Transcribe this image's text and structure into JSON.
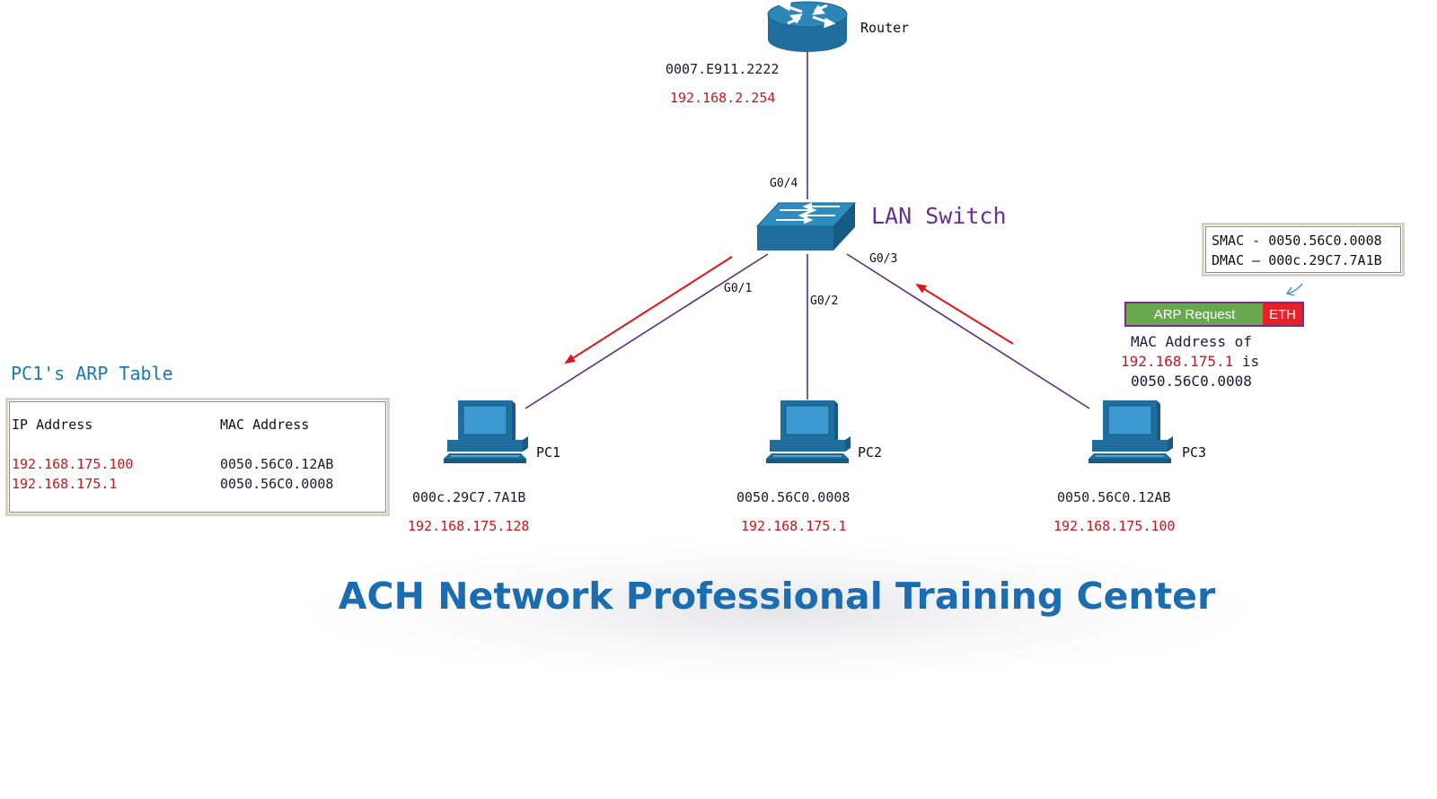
{
  "router": {
    "name": "Router",
    "mac": "0007.E911.2222",
    "ip": "192.168.2.254"
  },
  "switch": {
    "name": "LAN Switch",
    "ports": {
      "g04": "G0/4",
      "g01": "G0/1",
      "g02": "G0/2",
      "g03": "G0/3"
    }
  },
  "pcs": [
    {
      "name": "PC1",
      "mac": "000c.29C7.7A1B",
      "ip": "192.168.175.128"
    },
    {
      "name": "PC2",
      "mac": "0050.56C0.0008",
      "ip": "192.168.175.1"
    },
    {
      "name": "PC3",
      "mac": "0050.56C0.12AB",
      "ip": "192.168.175.100"
    }
  ],
  "arp_table": {
    "title": "PC1's ARP Table",
    "headers": [
      "IP Address",
      "MAC Address"
    ],
    "rows": [
      {
        "ip": "192.168.175.100",
        "mac": "0050.56C0.12AB"
      },
      {
        "ip": "192.168.175.1",
        "mac": "0050.56C0.0008"
      }
    ]
  },
  "frame": {
    "smac": "SMAC - 0050.56C0.0008",
    "dmac": "DMAC – 000c.29C7.7A1B",
    "payload_label": "ARP Request",
    "header_label": "ETH"
  },
  "note": {
    "line1": "MAC Address of",
    "line2_ip": "192.168.175.1",
    "line2_rest": " is",
    "line3": "0050.56C0.0008"
  },
  "banner": {
    "text": "ACH Network Professional Training Center"
  },
  "colors": {
    "device_blue": "#1f6e9e",
    "link_purple": "#5a2d82",
    "arrow_red": "#e0141c",
    "ip_red": "#c8161d",
    "title_blue": "#1b6db3"
  }
}
